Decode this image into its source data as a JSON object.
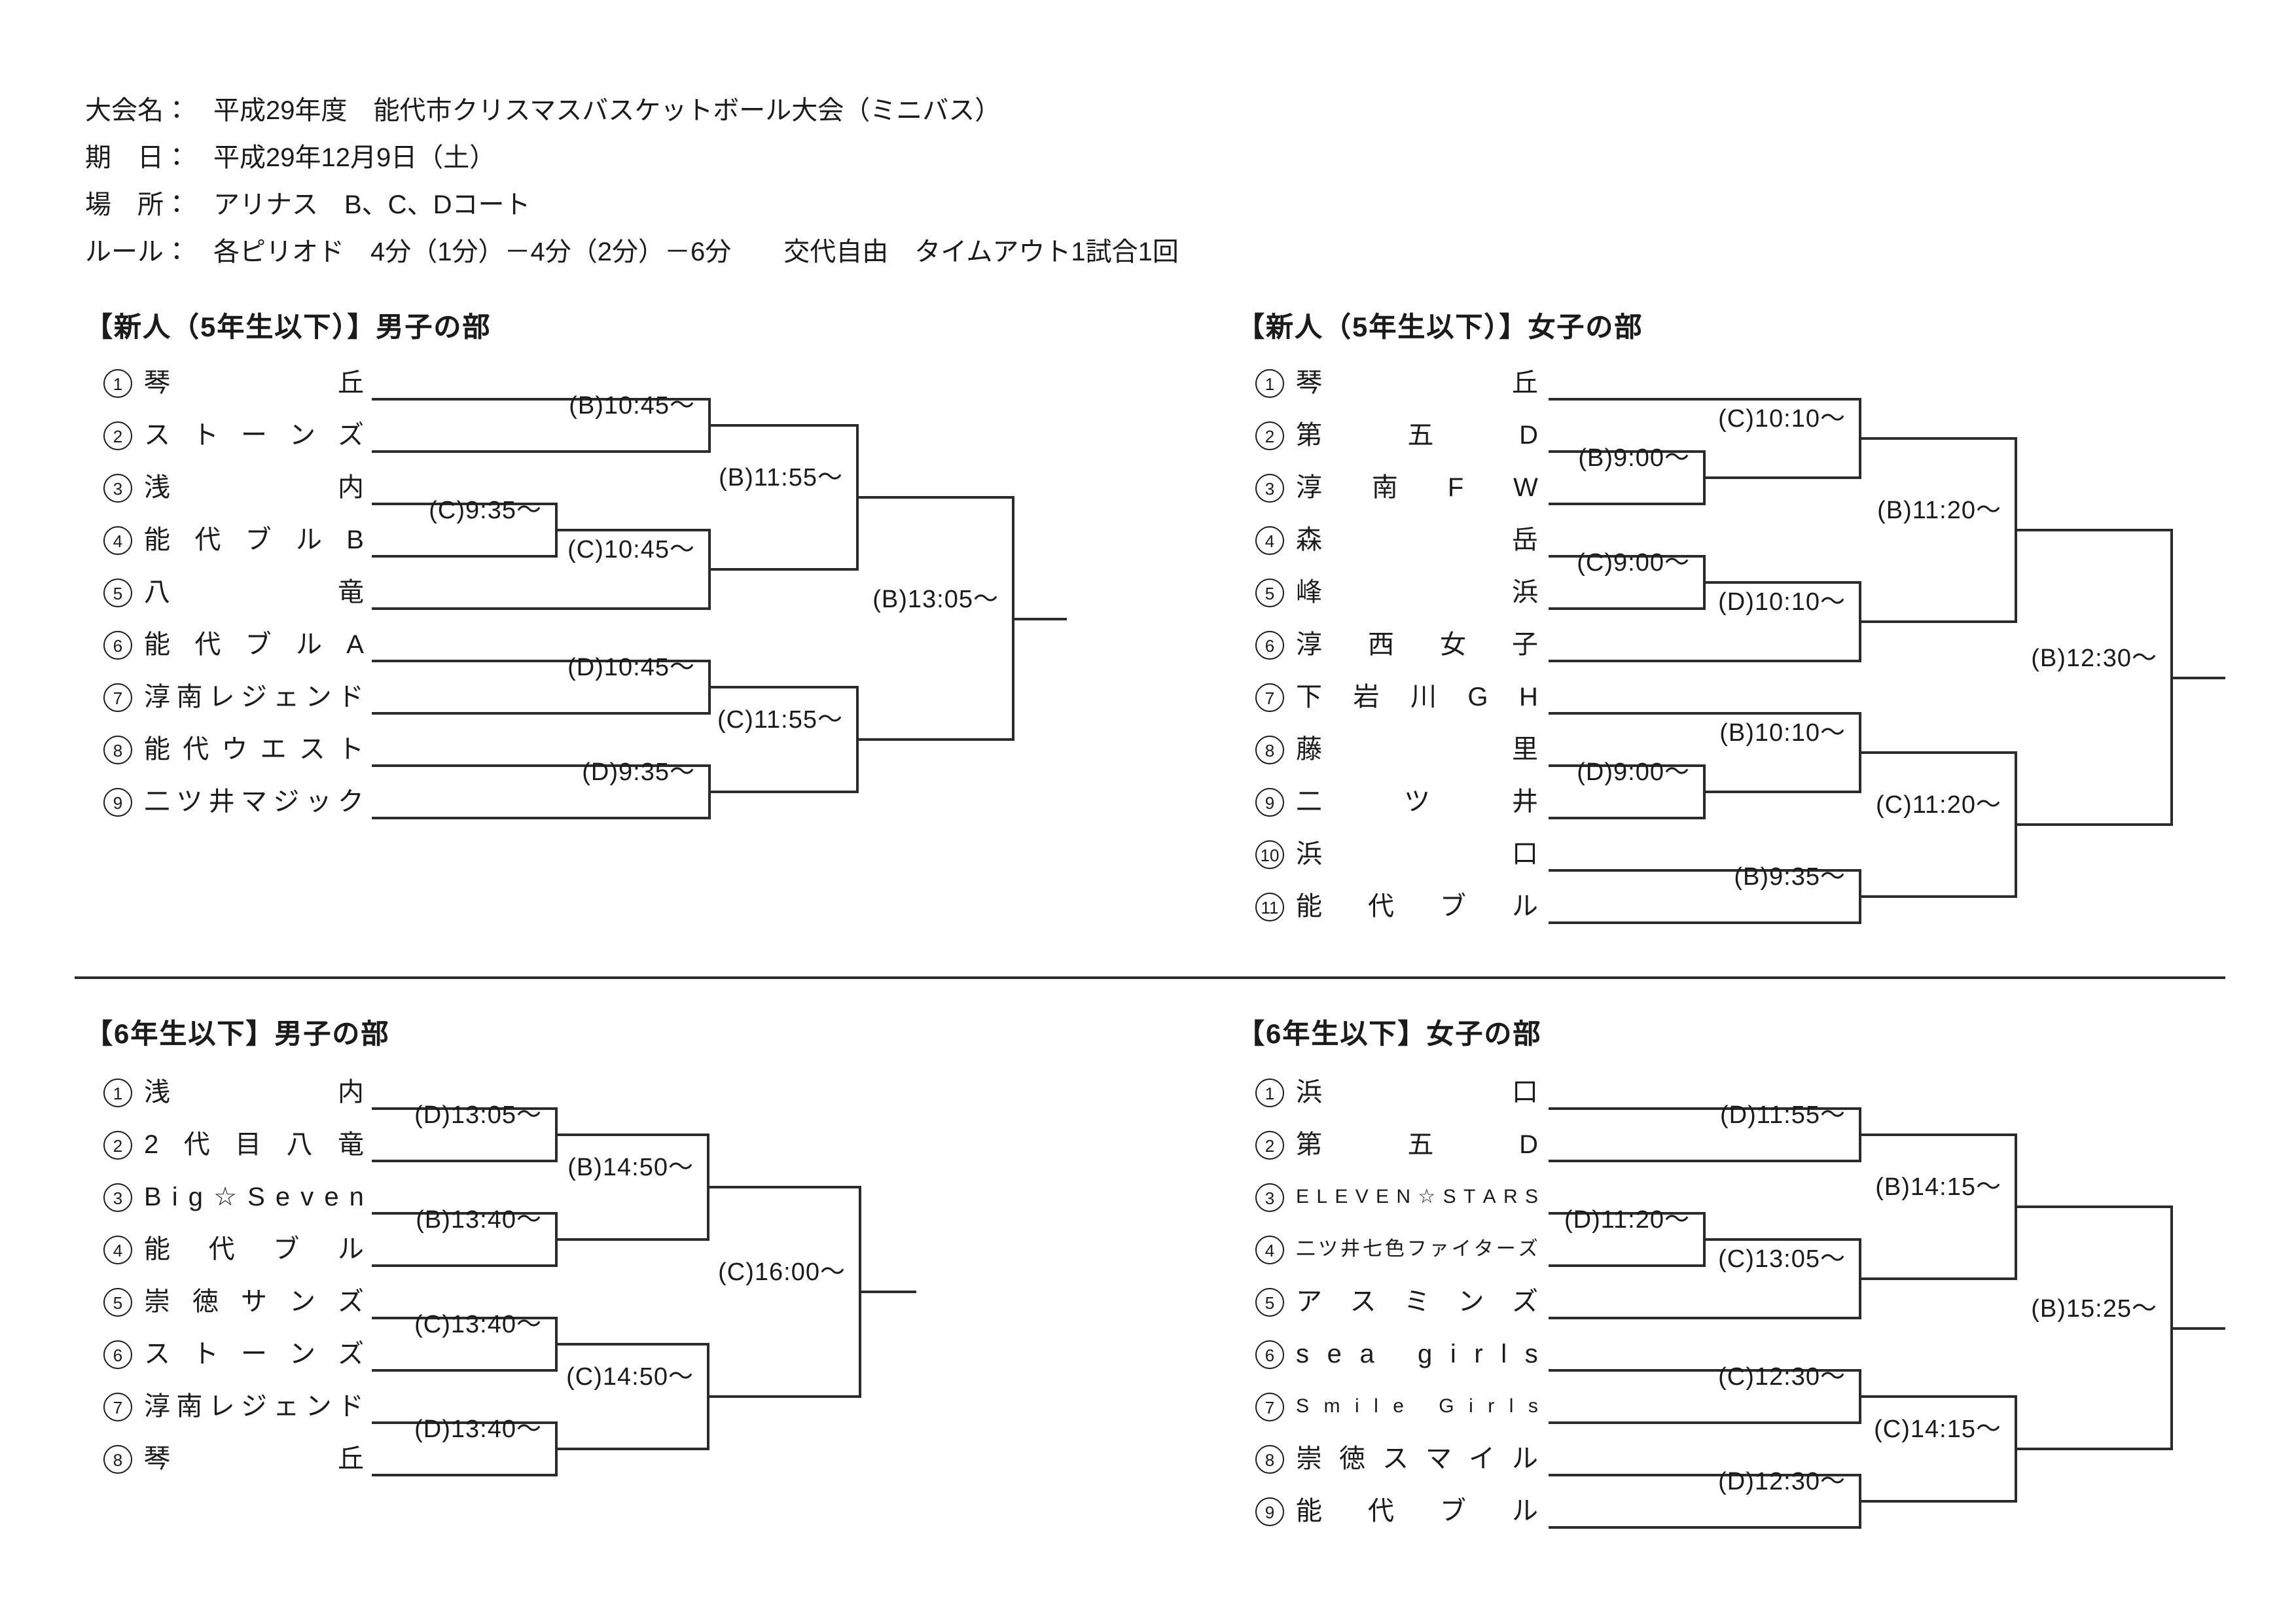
{
  "header": {
    "rows": [
      {
        "label": "大会名：",
        "text": "平成29年度　能代市クリスマスバスケットボール大会（ミニバス）"
      },
      {
        "label": "期　日：",
        "text": "平成29年12月9日（土）"
      },
      {
        "label": "場　所：",
        "text": "アリナス　B、C、Dコート"
      },
      {
        "label": "ルール：",
        "text": "各ピリオド　4分（1分）－4分（2分）－6分　　交代自由　タイムアウト1試合1回"
      }
    ]
  },
  "brackets": [
    {
      "id": "rookie_boys",
      "title": "【新人（5年生以下）】男子の部",
      "teams": [
        {
          "no": "1",
          "name": "琴丘"
        },
        {
          "no": "2",
          "name": "ストーンズ"
        },
        {
          "no": "3",
          "name": "浅内"
        },
        {
          "no": "4",
          "name": "能代ブルB"
        },
        {
          "no": "5",
          "name": "八竜"
        },
        {
          "no": "6",
          "name": "能代ブルA"
        },
        {
          "no": "7",
          "name": "淳南レジェンド"
        },
        {
          "no": "8",
          "name": "能代ウエスト"
        },
        {
          "no": "9",
          "name": "二ツ井マジック"
        }
      ],
      "matches": [
        {
          "label": "(C)9:35～",
          "col": 0,
          "top": "t2",
          "bottom": "t3"
        },
        {
          "label": "(B)10:45～",
          "col": 1,
          "top": "t0",
          "bottom": "t1"
        },
        {
          "label": "(C)10:45～",
          "col": 1,
          "top": "m0",
          "bottom": "t4"
        },
        {
          "label": "(D)10:45～",
          "col": 1,
          "top": "t5",
          "bottom": "t6"
        },
        {
          "label": "(D)9:35～",
          "col": 1,
          "top": "t7",
          "bottom": "t8"
        },
        {
          "label": "(B)11:55～",
          "col": 2,
          "top": "m1",
          "bottom": "m2"
        },
        {
          "label": "(C)11:55～",
          "col": 2,
          "top": "m3",
          "bottom": "m4"
        },
        {
          "label": "(B)13:05～",
          "col": 3,
          "top": "m5",
          "bottom": "m6"
        }
      ]
    },
    {
      "id": "rookie_girls",
      "title": "【新人（5年生以下）】女子の部",
      "teams": [
        {
          "no": "1",
          "name": "琴丘"
        },
        {
          "no": "2",
          "name": "第五D"
        },
        {
          "no": "3",
          "name": "淳南FW"
        },
        {
          "no": "4",
          "name": "森岳"
        },
        {
          "no": "5",
          "name": "峰浜"
        },
        {
          "no": "6",
          "name": "淳西女子"
        },
        {
          "no": "7",
          "name": "下岩川GH"
        },
        {
          "no": "8",
          "name": "藤里"
        },
        {
          "no": "9",
          "name": "二ツ井"
        },
        {
          "no": "10",
          "name": "浜口"
        },
        {
          "no": "11",
          "name": "能代ブル"
        }
      ],
      "matches": [
        {
          "label": "(B)9:00～",
          "col": 0,
          "top": "t1",
          "bottom": "t2"
        },
        {
          "label": "(C)9:00～",
          "col": 0,
          "top": "t3",
          "bottom": "t4"
        },
        {
          "label": "(D)9:00～",
          "col": 0,
          "top": "t7",
          "bottom": "t8"
        },
        {
          "label": "(C)10:10～",
          "col": 1,
          "top": "t0",
          "bottom": "m0"
        },
        {
          "label": "(D)10:10～",
          "col": 1,
          "top": "m1",
          "bottom": "t5"
        },
        {
          "label": "(B)10:10～",
          "col": 1,
          "top": "t6",
          "bottom": "m2"
        },
        {
          "label": "(B)9:35～",
          "col": 1,
          "top": "t9",
          "bottom": "t10"
        },
        {
          "label": "(B)11:20～",
          "col": 2,
          "top": "m3",
          "bottom": "m4"
        },
        {
          "label": "(C)11:20～",
          "col": 2,
          "top": "m5",
          "bottom": "m6"
        },
        {
          "label": "(B)12:30～",
          "col": 3,
          "top": "m7",
          "bottom": "m8"
        }
      ]
    },
    {
      "id": "sixth_boys",
      "title": "【6年生以下】男子の部",
      "teams": [
        {
          "no": "1",
          "name": "浅内"
        },
        {
          "no": "2",
          "name": "2代目八竜"
        },
        {
          "no": "3",
          "name": "Big☆Seven"
        },
        {
          "no": "4",
          "name": "能代ブル"
        },
        {
          "no": "5",
          "name": "崇徳サンズ"
        },
        {
          "no": "6",
          "name": "ストーンズ"
        },
        {
          "no": "7",
          "name": "淳南レジェンド"
        },
        {
          "no": "8",
          "name": "琴丘"
        }
      ],
      "matches": [
        {
          "label": "(D)13:05～",
          "col": 0,
          "top": "t0",
          "bottom": "t1"
        },
        {
          "label": "(B)13:40～",
          "col": 0,
          "top": "t2",
          "bottom": "t3"
        },
        {
          "label": "(C)13:40～",
          "col": 0,
          "top": "t4",
          "bottom": "t5"
        },
        {
          "label": "(D)13:40～",
          "col": 0,
          "top": "t6",
          "bottom": "t7"
        },
        {
          "label": "(B)14:50～",
          "col": 1,
          "top": "m0",
          "bottom": "m1"
        },
        {
          "label": "(C)14:50～",
          "col": 1,
          "top": "m2",
          "bottom": "m3"
        },
        {
          "label": "(C)16:00～",
          "col": 2,
          "top": "m4",
          "bottom": "m5"
        }
      ]
    },
    {
      "id": "sixth_girls",
      "title": "【6年生以下】女子の部",
      "teams": [
        {
          "no": "1",
          "name": "浜口"
        },
        {
          "no": "2",
          "name": "第五D"
        },
        {
          "no": "3",
          "name": "ELEVEN☆STARS"
        },
        {
          "no": "4",
          "name": "二ツ井七色ファイターズ"
        },
        {
          "no": "5",
          "name": "アスミンズ"
        },
        {
          "no": "6",
          "name": "sea girls"
        },
        {
          "no": "7",
          "name": "Smile Girls"
        },
        {
          "no": "8",
          "name": "崇徳スマイル"
        },
        {
          "no": "9",
          "name": "能代ブル"
        }
      ],
      "matches": [
        {
          "label": "(D)11:20～",
          "col": 0,
          "top": "t2",
          "bottom": "t3"
        },
        {
          "label": "(D)11:55～",
          "col": 1,
          "top": "t0",
          "bottom": "t1"
        },
        {
          "label": "(C)13:05～",
          "col": 1,
          "top": "m0",
          "bottom": "t4"
        },
        {
          "label": "(C)12:30～",
          "col": 1,
          "top": "t5",
          "bottom": "t6"
        },
        {
          "label": "(D)12:30～",
          "col": 1,
          "top": "t7",
          "bottom": "t8"
        },
        {
          "label": "(B)14:15～",
          "col": 2,
          "top": "m1",
          "bottom": "m2"
        },
        {
          "label": "(C)14:15～",
          "col": 2,
          "top": "m3",
          "bottom": "m4"
        },
        {
          "label": "(B)15:25～",
          "col": 3,
          "top": "m5",
          "bottom": "m6"
        }
      ]
    }
  ]
}
